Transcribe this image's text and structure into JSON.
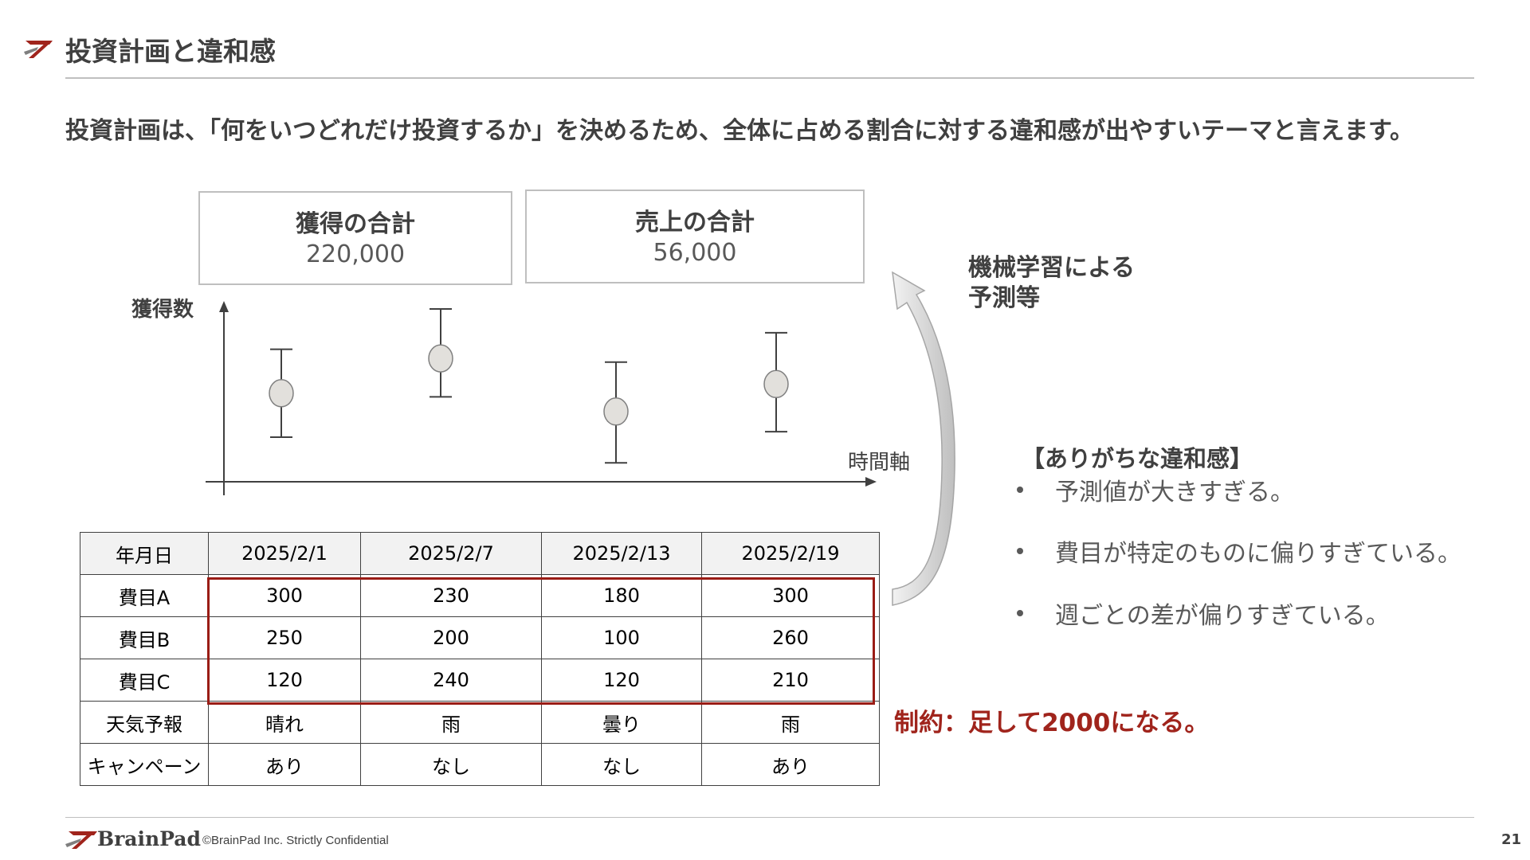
{
  "title": "投資計画と違和感",
  "lead_text": "投資計画は、「何をいつどれだけ投資するか」を決めるため、全体に占める割合に対する違和感が出やすいテーマと言えます。",
  "summary_boxes": [
    {
      "label": "獲得の合計",
      "value": "220,000"
    },
    {
      "label": "売上の合計",
      "value": "56,000"
    }
  ],
  "chart_data": {
    "type": "scatter",
    "title": "",
    "xlabel": "時間軸",
    "ylabel": "獲得数",
    "points": [
      {
        "x": 1,
        "y": 0.44,
        "low": 0.2,
        "high": 0.68
      },
      {
        "x": 2,
        "y": 0.63,
        "low": 0.42,
        "high": 0.9
      },
      {
        "x": 3,
        "y": 0.34,
        "low": 0.06,
        "high": 0.61
      },
      {
        "x": 4,
        "y": 0.49,
        "low": 0.23,
        "high": 0.77
      }
    ]
  },
  "ml_label": [
    "機械学習による",
    "予測等"
  ],
  "table": {
    "headers": [
      "年月日",
      "2025/2/1",
      "2025/2/7",
      "2025/2/13",
      "2025/2/19"
    ],
    "rows": [
      [
        "費目A",
        "300",
        "230",
        "180",
        "300"
      ],
      [
        "費目B",
        "250",
        "200",
        "100",
        "260"
      ],
      [
        "費目C",
        "120",
        "240",
        "120",
        "210"
      ],
      [
        "天気予報",
        "晴れ",
        "雨",
        "曇り",
        "雨"
      ],
      [
        "キャンペーン",
        "あり",
        "なし",
        "なし",
        "あり"
      ]
    ]
  },
  "constraint_text": "制約：足して2000になる。",
  "issues": {
    "title": "【ありがちな違和感】",
    "items": [
      "予測値が大きすぎる。",
      "費目が特定のものに偏りすぎている。",
      "週ごとの差が偏りすぎている。"
    ]
  },
  "footer": {
    "logo": "BrainPad",
    "copyright": "©BrainPad Inc.  Strictly Confidential",
    "page_number": "21"
  },
  "colors": {
    "accent_red": "#a0241c",
    "text_gray": "#404040"
  }
}
